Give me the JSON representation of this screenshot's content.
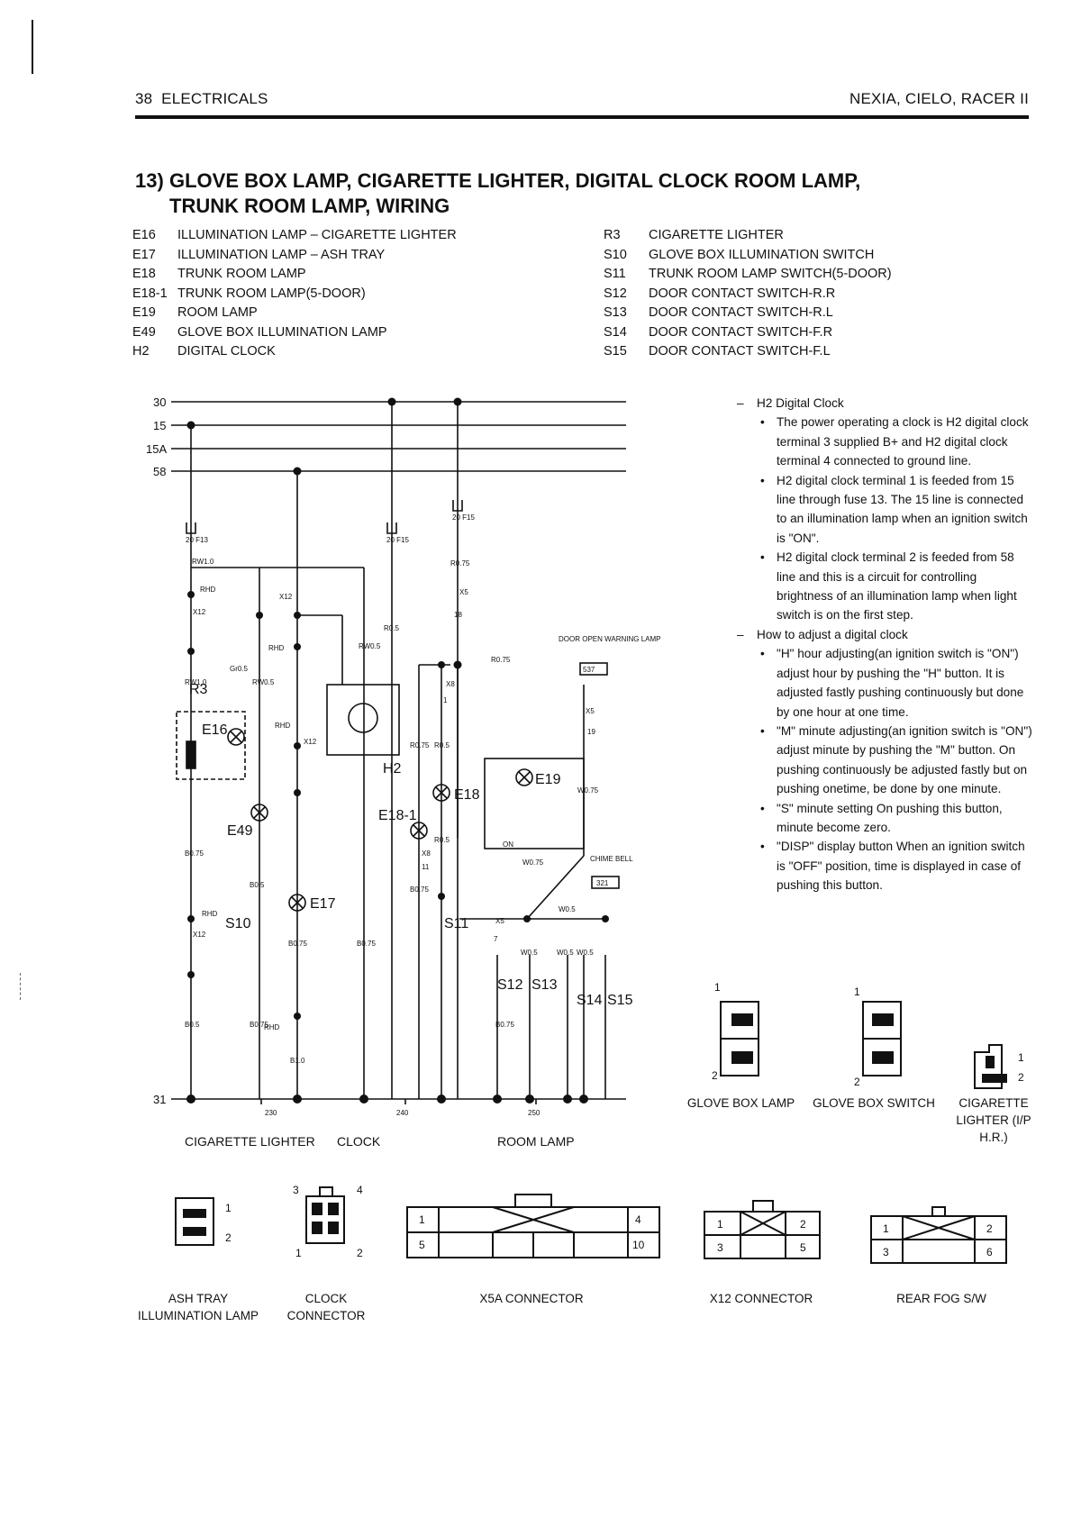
{
  "header": {
    "page_number": "38",
    "section": "ELECTRICALS",
    "models": "NEXIA, CIELO, RACER II"
  },
  "title": {
    "number": "13)",
    "line1": "GLOVE BOX LAMP, CIGARETTE LIGHTER, DIGITAL CLOCK ROOM LAMP,",
    "line2": "TRUNK ROOM LAMP, WIRING"
  },
  "legend_left": [
    {
      "code": "E16",
      "label": "ILLUMINATION LAMP – CIGARETTE LIGHTER"
    },
    {
      "code": "E17",
      "label": "ILLUMINATION LAMP – ASH TRAY"
    },
    {
      "code": "E18",
      "label": "TRUNK ROOM LAMP"
    },
    {
      "code": "E18-1",
      "label": "TRUNK ROOM LAMP(5-DOOR)"
    },
    {
      "code": "E19",
      "label": "ROOM LAMP"
    },
    {
      "code": "E49",
      "label": "GLOVE BOX ILLUMINATION LAMP"
    },
    {
      "code": "H2",
      "label": "DIGITAL CLOCK"
    }
  ],
  "legend_right": [
    {
      "code": "R3",
      "label": "CIGARETTE LIGHTER"
    },
    {
      "code": "S10",
      "label": "GLOVE BOX ILLUMINATION SWITCH"
    },
    {
      "code": "S11",
      "label": "TRUNK ROOM LAMP SWITCH(5-DOOR)"
    },
    {
      "code": "S12",
      "label": "DOOR CONTACT SWITCH-R.R"
    },
    {
      "code": "S13",
      "label": "DOOR CONTACT SWITCH-R.L"
    },
    {
      "code": "S14",
      "label": "DOOR CONTACT SWITCH-F.R"
    },
    {
      "code": "S15",
      "label": "DOOR CONTACT SWITCH-F.L"
    }
  ],
  "notes": {
    "h2_heading": "H2 Digital Clock",
    "h2_bullets": [
      "The power operating a clock is H2 digital clock terminal 3 supplied B+ and H2 digital clock terminal 4 connected to ground line.",
      "H2 digital clock terminal 1 is feeded from 15 line through fuse 13. The 15 line is connected to an illumination lamp when an ignition switch is \"ON\".",
      "H2 digital clock terminal 2 is feeded from 58 line and this is a circuit for controlling brightness of an illumination lamp when light switch is on the first step."
    ],
    "adjust_heading": "How to adjust a digital clock",
    "adjust_bullets": [
      "\"H\" hour adjusting(an ignition switch is \"ON\") adjust hour by pushing the \"H\" button. It is adjusted fastly pushing continuously but done by one hour at one time.",
      "\"M\" minute adjusting(an ignition switch is \"ON\") adjust minute by pushing the \"M\" button. On pushing continuously be adjusted fastly but on pushing onetime, be done by one minute.",
      "\"S\" minute setting On pushing this button, minute become zero.",
      "\"DISP\" display button When an ignition switch is \"OFF\" position, time is displayed in case of pushing this button."
    ]
  },
  "diagram": {
    "bus_labels": [
      "30",
      "15",
      "15A",
      "58",
      "31"
    ],
    "fuses": [
      "20 F13",
      "20 F15",
      "20 F15"
    ],
    "components": [
      "R3",
      "E16",
      "E49",
      "S10",
      "E17",
      "H2",
      "E18-1",
      "E18",
      "S11",
      "E19",
      "S12",
      "S13",
      "S14",
      "S15"
    ],
    "door_open_warning": "DOOR OPEN WARNING LAMP",
    "door_open_num": "537",
    "chime_bell": "CHIME BELL",
    "chime_num": "321",
    "ground_nums": [
      "230",
      "240",
      "250"
    ],
    "on_label": "ON",
    "wires": [
      "RW1.0",
      "RHD",
      "X12",
      "RW1.0",
      "Gr0.5",
      "RW0.5",
      "RHD",
      "X12",
      "RW0.5",
      "R0.5",
      "RHD",
      "X12",
      "R0.75",
      "X5",
      "18",
      "R0.75",
      "X8",
      "1",
      "R0.75",
      "R0.5",
      "X5",
      "19",
      "W0.75",
      "X8",
      "11",
      "R0.5",
      "B0.75",
      "B0.75",
      "B0.5",
      "B0.75",
      "RHD",
      "X12",
      "B0.75",
      "B0.5",
      "RHD",
      "B1.0",
      "B0.75",
      "X5",
      "7",
      "W0.5",
      "W0.5",
      "W0.5",
      "W0.5",
      "W0.75",
      "B0.75"
    ],
    "captions": [
      "CIGARETTE LIGHTER",
      "CLOCK",
      "ROOM LAMP"
    ]
  },
  "connectors": {
    "glove_box_lamp": "GLOVE BOX LAMP",
    "glove_box_switch": "GLOVE BOX SWITCH",
    "cig_lighter": "CIGARETTE LIGHTER (I/P H.R.)",
    "ash_tray": "ASH TRAY ILLUMINATION LAMP",
    "clock_connector": "CLOCK CONNECTOR",
    "x5a": "X5A CONNECTOR",
    "x12": "X12 CONNECTOR",
    "rear_fog": "REAR FOG S/W",
    "pins": [
      "1",
      "2",
      "3",
      "4",
      "5",
      "10",
      "6"
    ]
  }
}
